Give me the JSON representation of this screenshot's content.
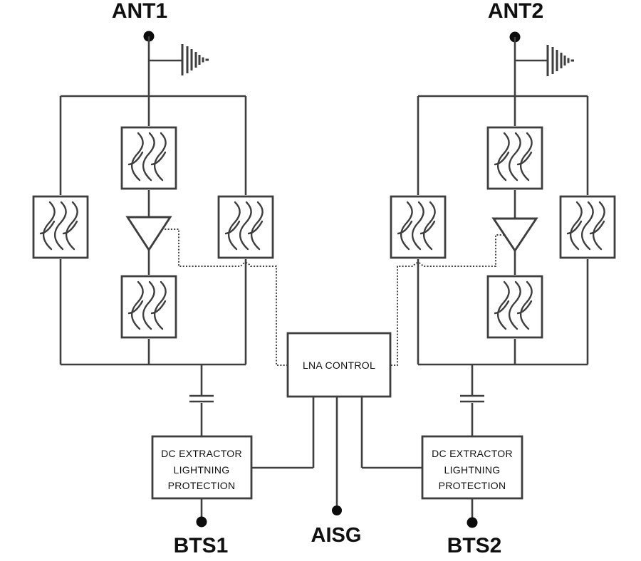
{
  "labels": {
    "ant1": "ANT1",
    "ant2": "ANT2",
    "bts1": "BTS1",
    "bts2": "BTS2",
    "aisg": "AISG"
  },
  "blocks": {
    "lna_control": {
      "title": "LNA CONTROL"
    },
    "dc_extractor_left": {
      "line1": "DC EXTRACTOR",
      "line2": "LIGHTNING",
      "line3": "PROTECTION"
    },
    "dc_extractor_right": {
      "line1": "DC EXTRACTOR",
      "line2": "LIGHTNING",
      "line3": "PROTECTION"
    },
    "filter_count": 8,
    "amplifier_count": 2
  },
  "icons": {
    "filter": "filter-icon",
    "amplifier": "amplifier-icon",
    "ground": "ground-icon",
    "capacitor": "capacitor-icon",
    "terminal_dot": "terminal-dot"
  },
  "colors": {
    "line": "#3e3e3e",
    "text": "#101010",
    "background": "#ffffff"
  }
}
